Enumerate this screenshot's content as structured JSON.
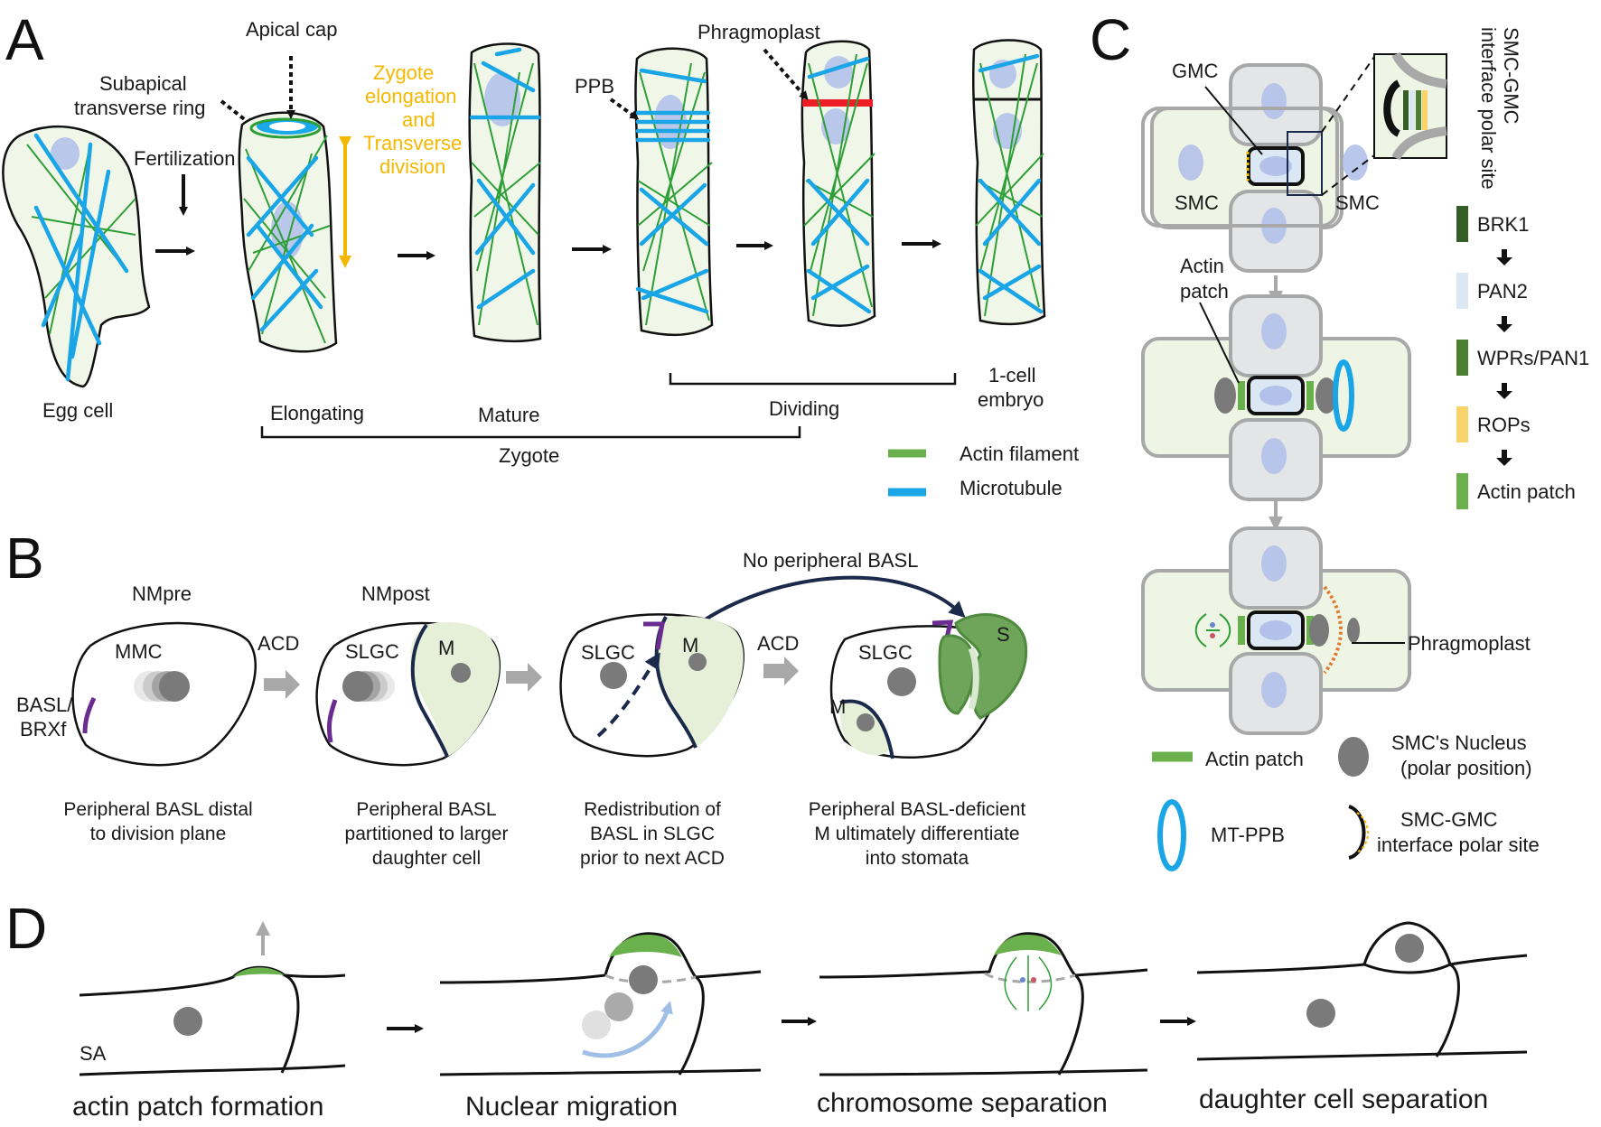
{
  "panels": {
    "A": "A",
    "B": "B",
    "C": "C",
    "D": "D"
  },
  "panelA": {
    "apical_cap": "Apical cap",
    "subapical_1": "Subapical",
    "subapical_2": "transverse ring",
    "fertilization": "Fertilization",
    "zygote_1": "Zygote",
    "zygote_2": "elongation",
    "zygote_3": "and",
    "zygote_4": "Transverse",
    "zygote_5": "division",
    "phragmoplast": "Phragmoplast",
    "ppb": "PPB",
    "egg_cell": "Egg cell",
    "elongating": "Elongating",
    "mature": "Mature",
    "dividing": "Dividing",
    "one_cell_1": "1-cell",
    "one_cell_2": "embryo",
    "zygote": "Zygote",
    "legend_actin": "Actin filament",
    "legend_mt": "Microtubule"
  },
  "panelB": {
    "nmpre": "NMpre",
    "nmpost": "NMpost",
    "no_peripheral": "No peripheral BASL",
    "mmc": "MMC",
    "acd1": "ACD",
    "acd2": "ACD",
    "slgc1": "SLGC",
    "slgc2": "SLGC",
    "slgc3": "SLGC",
    "m1": "M",
    "m2": "M",
    "m3": "M",
    "s": "S",
    "basl_1": "BASL/",
    "basl_2": "BRXf",
    "cap1": [
      "Peripheral BASL distal",
      "to division plane"
    ],
    "cap2": [
      "Peripheral BASL",
      "partitioned to larger",
      "daughter cell"
    ],
    "cap3": [
      "Redistribution of",
      "BASL in SLGC",
      "prior to next ACD"
    ],
    "cap4": [
      "Peripheral BASL-deficient",
      "M ultimately differentiate",
      "into stomata"
    ]
  },
  "panelC": {
    "gmc": "GMC",
    "smc_left": "SMC",
    "smc_right": "SMC",
    "actin_patch_1": "Actin",
    "actin_patch_2": "patch",
    "phragmoplast": "Phragmoplast",
    "polar_site_1": "SMC-GMC",
    "polar_site_2": "interface polar site",
    "cascade": [
      {
        "label": "BRK1",
        "color": "#355e26"
      },
      {
        "label": "PAN2",
        "color": "#dbe7f3"
      },
      {
        "label": "WPRs/PAN1",
        "color": "#4d7f32"
      },
      {
        "label": "ROPs",
        "color": "#f7d36a"
      },
      {
        "label": "Actin patch",
        "color": "#6ab04c"
      }
    ],
    "legend": {
      "actin_patch": "Actin patch",
      "nucleus_1": "SMC's Nucleus",
      "nucleus_2": "(polar position)",
      "mtppb": "MT-PPB",
      "polar_1": "SMC-GMC",
      "polar_2": "interface polar site"
    }
  },
  "panelD": {
    "sa": "SA",
    "captions": [
      "actin patch formation",
      "Nuclear migration",
      "chromosome separation",
      "daughter cell separation"
    ]
  },
  "colors": {
    "actin": "#2e9e37",
    "microtubule": "#1aa5e6",
    "phragmoplast_red": "#ee1c24",
    "orange": "#f5b800",
    "navy": "#1b2a4a",
    "purple": "#6a2c91",
    "nucleus_blue": "#b3c1ea",
    "nucleus_grey": "#7a7a7a",
    "guard_green": "#6ea55b"
  }
}
